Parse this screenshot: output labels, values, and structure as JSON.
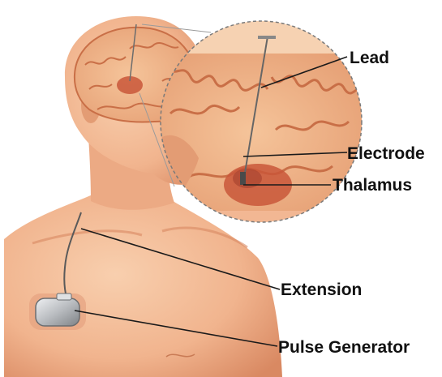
{
  "labels": {
    "lead": "Lead",
    "electrode": "Electrode",
    "thalamus": "Thalamus",
    "extension": "Extension",
    "pulse_generator": "Pulse Generator"
  },
  "colors": {
    "skin": "#f1b48e",
    "skin_shade": "#d98962",
    "skin_light": "#f8cfae",
    "brain": "#e9a77c",
    "brain_fold": "#c96f47",
    "thalamus": "#c9573a",
    "device": "#b9bcc0",
    "label_text": "#111111"
  }
}
